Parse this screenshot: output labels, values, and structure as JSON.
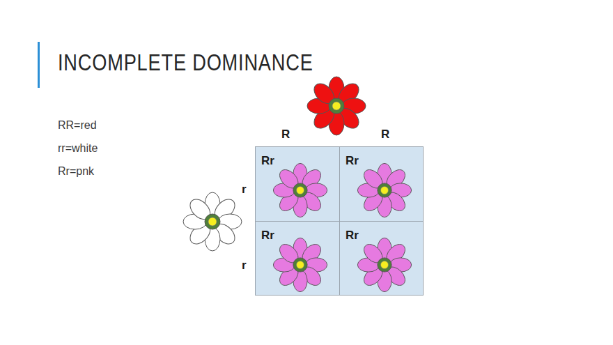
{
  "diagram": {
    "title": "INCOMPLETE DOMINANCE",
    "nodes": [
      {
        "text": [
          "Rr"
        ]
      },
      {
        "text": [
          "Rr"
        ]
      },
      {
        "text": [
          "Rr"
        ]
      },
      {
        "text": [
          "Rr"
        ]
      }
    ],
    "labels": [
      "RR=red",
      "rr=white",
      "Rr=pnk",
      "R",
      "R",
      "r",
      "r"
    ]
  }
}
